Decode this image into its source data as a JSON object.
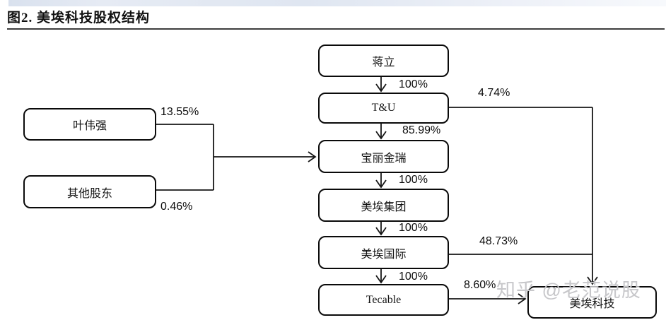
{
  "title": "图2. 美埃科技股权结构",
  "watermark": "知乎 @老范说股",
  "nodes": {
    "jiangli": "蒋立",
    "tu": "T&U",
    "baolijinrui": "宝丽金瑞",
    "meiai_group": "美埃集团",
    "meiai_intl": "美埃国际",
    "tecable": "Tecable",
    "meiai_tech": "美埃科技",
    "yeweiqiang": "叶伟强",
    "other_shareholders": "其他股东"
  },
  "edges": {
    "jiangli_to_tu": "100%",
    "tu_to_meiai_tech": "4.74%",
    "tu_to_baolijinrui": "85.99%",
    "yeweiqiang_to_baolijinrui": "13.55%",
    "other_to_baolijinrui": "0.46%",
    "baolijinrui_to_meiai_group": "100%",
    "meiai_group_to_meiai_intl": "100%",
    "meiai_intl_to_meiai_tech": "48.73%",
    "meiai_intl_to_tecable": "100%",
    "tecable_to_meiai_tech": "8.60%"
  },
  "colors": {
    "box_border": "#0a0a0a",
    "line": "#161616",
    "header_bar": "#dde4ef",
    "title_rule": "#3d3d3d",
    "watermark": "#c7c7ca"
  }
}
